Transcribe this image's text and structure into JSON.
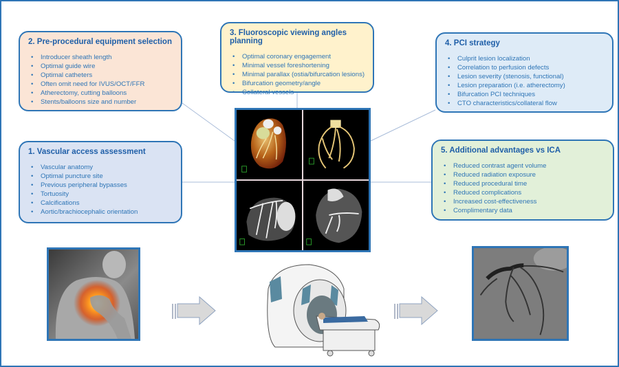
{
  "boxes": {
    "equipment": {
      "title": "2. Pre-procedural equipment selection",
      "items": [
        "Introducer sheath length",
        "Optimal guide wire",
        "Optimal catheters",
        "Often omit need for IVUS/OCT/FFR",
        "Atherectomy, cutting balloons",
        "Stents/balloons size and number"
      ],
      "color": "#fbe5d6"
    },
    "fluoro": {
      "title": "3. Fluoroscopic viewing angles planning",
      "items": [
        "Optimal coronary engagement",
        "Minimal vessel foreshortening",
        "Minimal parallax (ostia/bifurcation lesions)",
        "Bifurcation geometry/angle",
        "Collateral vessels"
      ],
      "color": "#fff2cc"
    },
    "pci": {
      "title": "4. PCI strategy",
      "items": [
        "Culprit lesion localization",
        "Correlation to perfusion defects",
        "Lesion severity (stenosis, functional)",
        "Lesion preparation (i.e. atherectomy)",
        "Bifurcation PCI techniques",
        "CTO characteristics/collateral flow"
      ],
      "color": "#deebf7"
    },
    "vascular": {
      "title": "1. Vascular access assessment",
      "items": [
        "Vascular anatomy",
        "Optimal puncture site",
        "Previous peripheral bypasses",
        "Tortuosity",
        "Calcifications",
        "Aortic/brachiocephalic orientation"
      ],
      "color": "#dae3f3"
    },
    "advantages": {
      "title": "5. Additional advantages vs ICA",
      "items": [
        "Reduced contrast agent volume",
        "Reduced radiation exposure",
        "Reduced procedural time",
        "Reduced complications",
        "Increased cost-effectiveness",
        "Complimentary data"
      ],
      "color": "#e2f0d9"
    }
  },
  "images": {
    "ct_panel": [
      "3D volume-rendered heart",
      "3D coronary tree",
      "MIP reconstruction left coronary",
      "MIP reconstruction right coronary"
    ],
    "patient": "chest pain patient illustration",
    "scanner": "CT scanner illustration",
    "angiogram": "invasive coronary angiogram"
  },
  "colors": {
    "accent": "#2e75b6",
    "text": "#2e75b6",
    "arrow": "#d9d9d9"
  }
}
